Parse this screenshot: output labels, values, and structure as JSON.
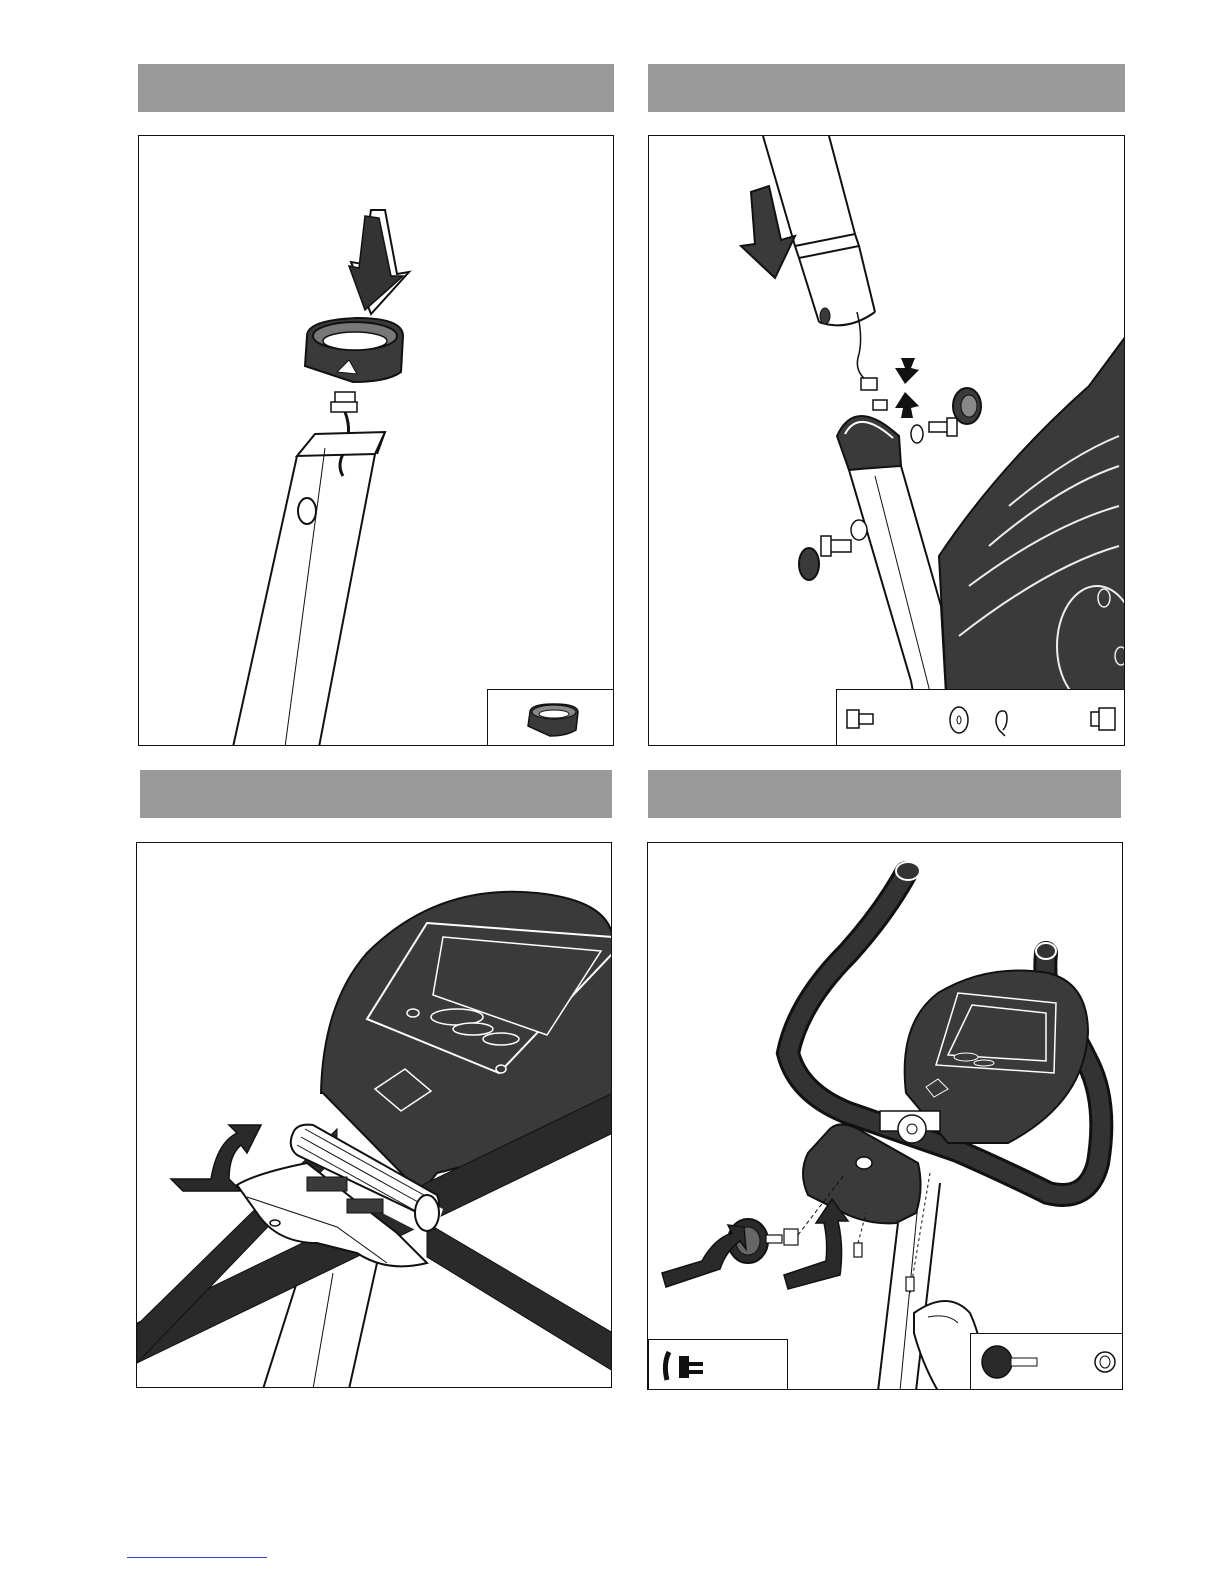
{
  "steps": [
    {
      "id": "step-1",
      "header": "",
      "illustration": "seat-post-cap-insertion",
      "parts": [
        "post-cap"
      ]
    },
    {
      "id": "step-2",
      "header": "",
      "illustration": "handlebar-post-mounting",
      "parts": [
        "bolt",
        "washer",
        "spring-washer",
        "nut"
      ]
    },
    {
      "id": "step-3",
      "header": "",
      "illustration": "handlebar-clamp-fold",
      "parts": []
    },
    {
      "id": "step-4",
      "header": "",
      "illustration": "handlebar-cover-knob",
      "parts": [
        "allen-key",
        "knob-screw",
        "spacer"
      ]
    }
  ],
  "colors": {
    "header_gray": "#9a9a9a",
    "ink": "#111111",
    "fill_dark": "#3a3a3a",
    "footer_rule": "#3344cc"
  },
  "icons": {
    "down_arrow": "down-arrow-icon",
    "curved_arrow": "curved-arrow-icon",
    "rotate_arrow": "rotate-arrow-icon",
    "squeeze_arrows": "squeeze-arrows-icon"
  }
}
